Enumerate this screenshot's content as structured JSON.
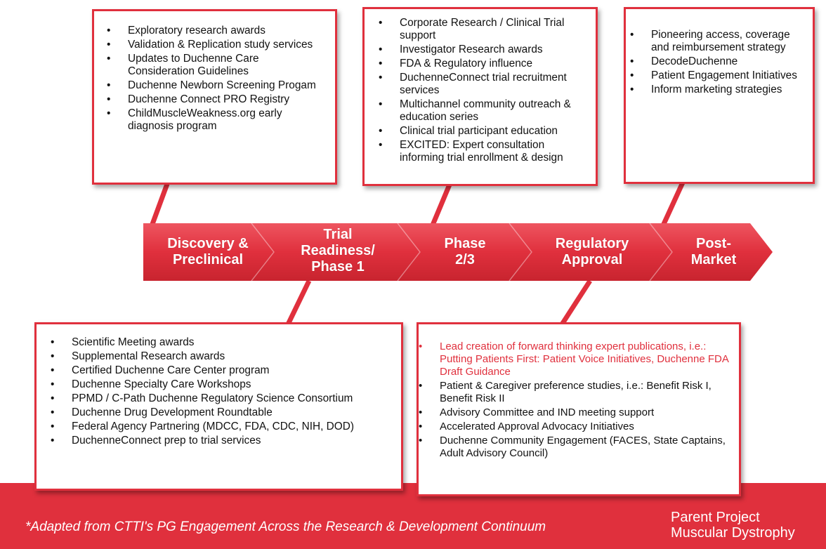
{
  "stages": [
    {
      "label": "Discovery &\nPreclinical"
    },
    {
      "label": "Trial\nReadiness/\nPhase 1"
    },
    {
      "label": "Phase\n2/3"
    },
    {
      "label": "Regulatory\nApproval"
    },
    {
      "label": "Post-\nMarket"
    }
  ],
  "boxes": {
    "discovery": [
      "Exploratory research awards",
      "Validation & Replication study services",
      "Updates to Duchenne Care Consideration Guidelines",
      "Duchenne Newborn Screening Progam",
      "Duchenne Connect PRO Registry",
      "ChildMuscleWeakness.org early diagnosis program"
    ],
    "phase23": [
      "Corporate Research / Clinical Trial support",
      "Investigator Research awards",
      "FDA & Regulatory influence",
      "DuchenneConnect trial recruitment services",
      "Multichannel community outreach & education series",
      "Clinical trial participant education",
      "EXCITED: Expert consultation informing trial enrollment & design"
    ],
    "post_market": [
      "Pioneering access, coverage and reimbursement strategy",
      "DecodeDuchenne",
      "Patient Engagement Initiatives",
      "Inform marketing strategies"
    ],
    "trial_readiness": [
      "Scientific Meeting awards",
      "Supplemental Research awards",
      "Certified Duchenne Care Center program",
      "Duchenne Specialty Care Workshops",
      "PPMD / C-Path Duchenne Regulatory Science Consortium",
      "Duchenne Drug Development Roundtable",
      "Federal Agency Partnering (MDCC, FDA, CDC, NIH, DOD)",
      "DuchenneConnect prep to trial services"
    ],
    "regulatory_highlight": "Lead creation of forward thinking expert publications, i.e.: Putting Patients First: Patient Voice Initiatives, Duchenne FDA Draft Guidance",
    "regulatory": [
      "Patient & Caregiver preference studies, i.e.: Benefit Risk I, Benefit Risk II",
      "Advisory Committee and IND meeting support",
      "Accelerated Approval Advocacy Initiatives",
      "Duchenne Community Engagement (FACES, State Captains, Adult Advisory Council)"
    ]
  },
  "footer": {
    "note": "*Adapted from CTTI's  PG Engagement Across the Research & Development Continuum",
    "logo_line1": "Parent Project",
    "logo_line2": "Muscular Dystrophy"
  },
  "colors": {
    "accent": "#e0303d",
    "arrow_dark": "#c8242f"
  }
}
